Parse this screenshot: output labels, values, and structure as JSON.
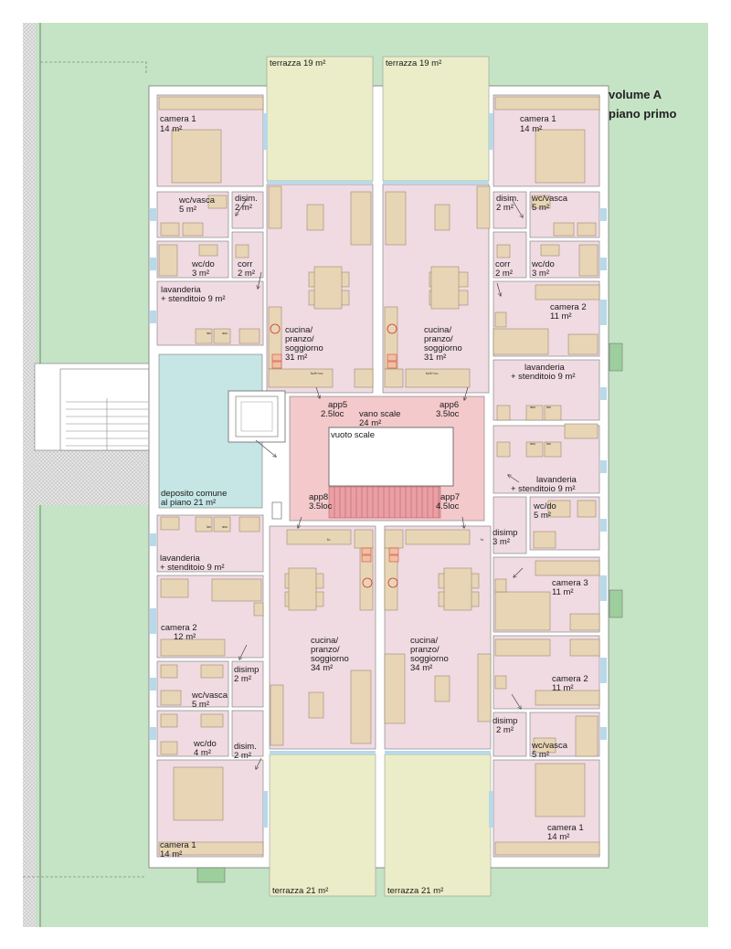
{
  "title": {
    "line1": "volume A",
    "line2": "piano primo"
  },
  "terraces": {
    "top_left": "terrazza 19 m²",
    "top_right": "terrazza 19 m²",
    "bottom_left": "terrazza 21 m²",
    "bottom_right": "terrazza 21 m²"
  },
  "rooms_left_top": {
    "camera1_a": "camera 1",
    "camera1_b": "14 m²",
    "wcvasca_a": "wc/vasca",
    "wcvasca_b": "5 m²",
    "disim_a": "disim.",
    "disim_b": "2 m²",
    "wcdo_a": "wc/do",
    "wcdo_b": "3 m²",
    "corr_a": "corr",
    "corr_b": "2 m²",
    "lav_a": "lavanderia",
    "lav_b": "+ stenditoio 9 m²",
    "cucina_a": "cucina/",
    "cucina_b": "pranzo/",
    "cucina_c": "soggiorno",
    "cucina_d": "31 m²"
  },
  "rooms_right_top": {
    "camera1_a": "camera 1",
    "camera1_b": "14 m²",
    "disim_a": "disim.",
    "disim_b": "2 m²",
    "wcvasca_a": "wc/vasca",
    "wcvasca_b": "5 m²",
    "corr_a": "corr",
    "corr_b": "2 m²",
    "wcdo_a": "wc/do",
    "wcdo_b": "3 m²",
    "camera2_a": "camera 2",
    "camera2_b": "11 m²",
    "lav_a": "lavanderia",
    "lav_b": "+ stenditoio 9 m²",
    "cucina_a": "cucina/",
    "cucina_b": "pranzo/",
    "cucina_c": "soggiorno",
    "cucina_d": "31 m²"
  },
  "core": {
    "app5_a": "app5",
    "app5_b": "2.5loc",
    "vano_a": "vano scale",
    "vano_b": "24 m²",
    "app6_a": "app6",
    "app6_b": "3.5loc",
    "vuoto": "vuoto scale",
    "app8_a": "app8",
    "app8_b": "3.5loc",
    "app7_a": "app7",
    "app7_b": "4.5loc",
    "deposito_a": "deposito comune",
    "deposito_b": "al piano 21 m²"
  },
  "rooms_right_mid": {
    "lav_a": "lavanderia",
    "lav_b": "+ stenditoio 9 m²",
    "wcdo_a": "wc/do",
    "wcdo_b": "5 m²",
    "disimp_a": "disimp",
    "disimp_b": "3 m²",
    "camera3_a": "camera 3",
    "camera3_b": "11 m²",
    "camera2_a": "camera 2",
    "camera2_b": "11 m²",
    "disimp2_a": "disimp",
    "disimp2_b": "2 m²",
    "wcvasca_a": "wc/vasca",
    "wcvasca_b": "5 m²",
    "camera1_a": "camera 1",
    "camera1_b": "14 m²",
    "cucina_a": "cucina/",
    "cucina_b": "pranzo/",
    "cucina_c": "soggiorno",
    "cucina_d": "34 m²"
  },
  "rooms_left_bottom": {
    "lav_a": "lavanderia",
    "lav_b": "+ stenditoio 9 m²",
    "camera2_a": "camera 2",
    "camera2_b": "12 m²",
    "disimp_a": "disimp",
    "disimp_b": "2 m²",
    "wcvasca_a": "wc/vasca",
    "wcvasca_b": "5 m²",
    "wcdo_a": "wc/do",
    "wcdo_b": "4 m²",
    "disim_a": "disim.",
    "disim_b": "2 m²",
    "camera1_a": "camera 1",
    "camera1_b": "14 m²",
    "cucina_a": "cucina/",
    "cucina_b": "pranzo/",
    "cucina_c": "soggiorno",
    "cucina_d": "34 m²"
  },
  "small_marks": {
    "lav": "lav",
    "asc": "asc",
    "fo": "fo",
    "fofrco": "fo/fr+co",
    "frco": "fr+co"
  },
  "colors": {
    "site_green": "#c5e3c5",
    "room_pink": "#f0dbe2",
    "terrace_yellow": "#eaedc7",
    "stair_pink": "#f3c9cc",
    "deposit_cyan": "#c6e6e6",
    "furniture_tan": "#e8d5b5",
    "window_blue": "#b7d9ea"
  }
}
